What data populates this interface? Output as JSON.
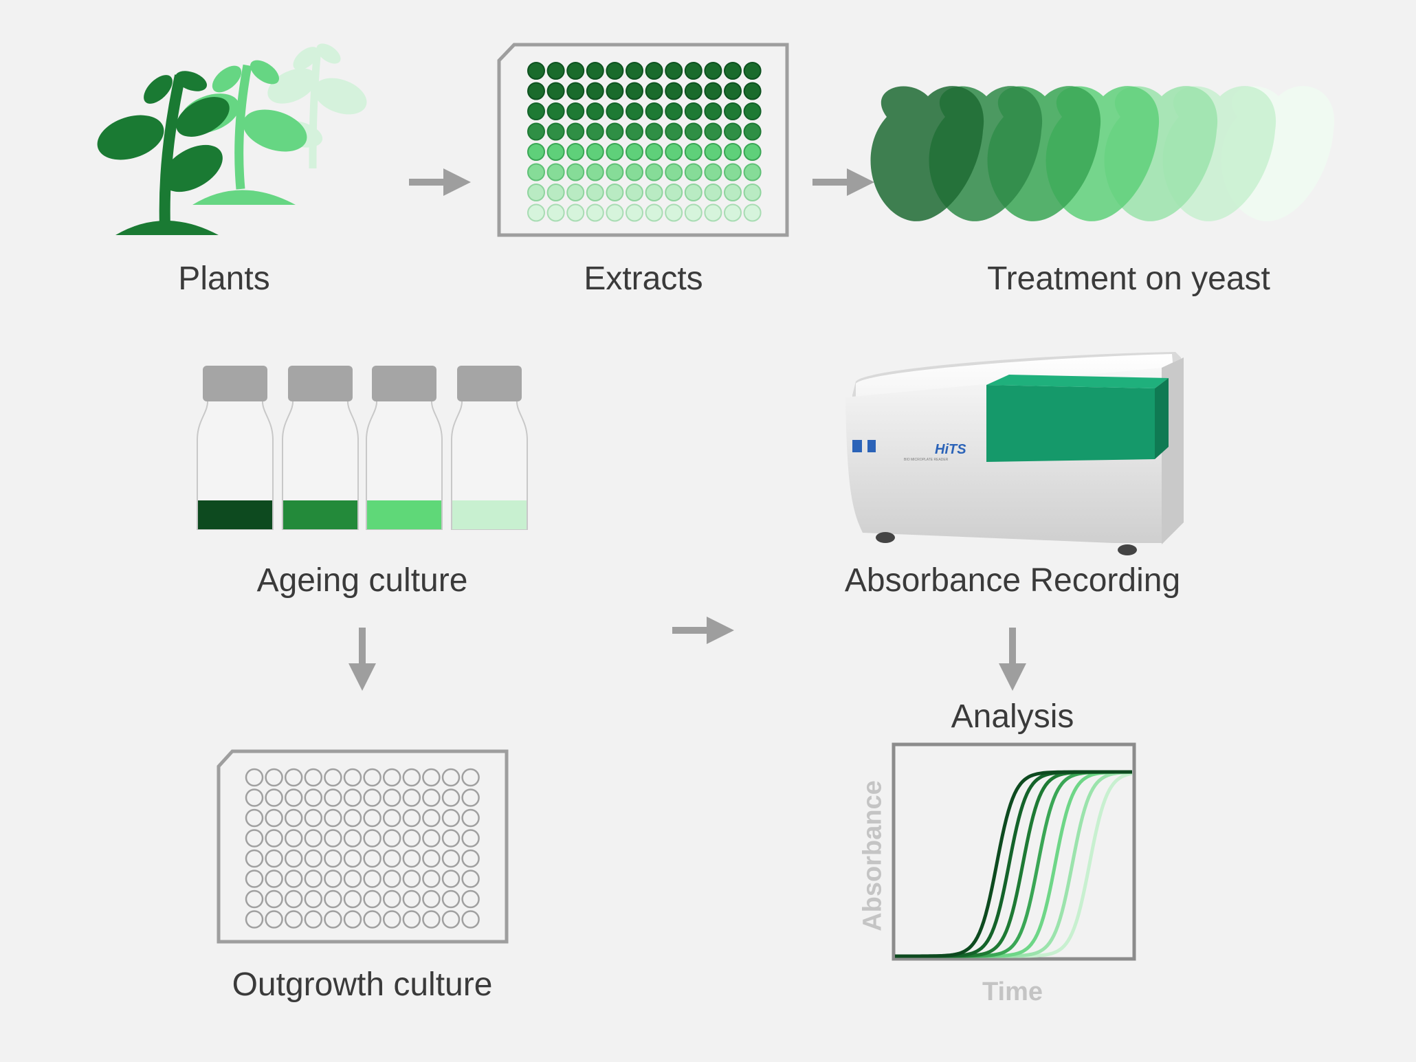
{
  "steps": {
    "plants": "Plants",
    "extracts": "Extracts",
    "treatment": "Treatment on yeast",
    "ageing": "Ageing culture",
    "absorbance_recording": "Absorbance Recording",
    "outgrowth": "Outgrowth culture",
    "analysis": "Analysis"
  },
  "chart": {
    "ylabel": "Absorbance",
    "xlabel": "Time"
  },
  "reader": {
    "brand": "HiTS",
    "subtitle": "BIO MICROPLATE READER"
  },
  "colors": {
    "greens": [
      "#0d4a1f",
      "#1e7a34",
      "#3aa655",
      "#5fd07a",
      "#9be3ac",
      "#c8f0d0"
    ],
    "arrow": "#9e9e9e",
    "outline": "#9e9e9e",
    "device_panel": "#15996a"
  },
  "icons": {
    "arrows": "arrow-right-icon, arrow-down-icon",
    "plants": "plant-icon",
    "yeast": "yeast-cell-icon",
    "bottle": "culture-bottle-icon",
    "plate": "microplate-icon",
    "reader": "microplate-reader-icon"
  }
}
